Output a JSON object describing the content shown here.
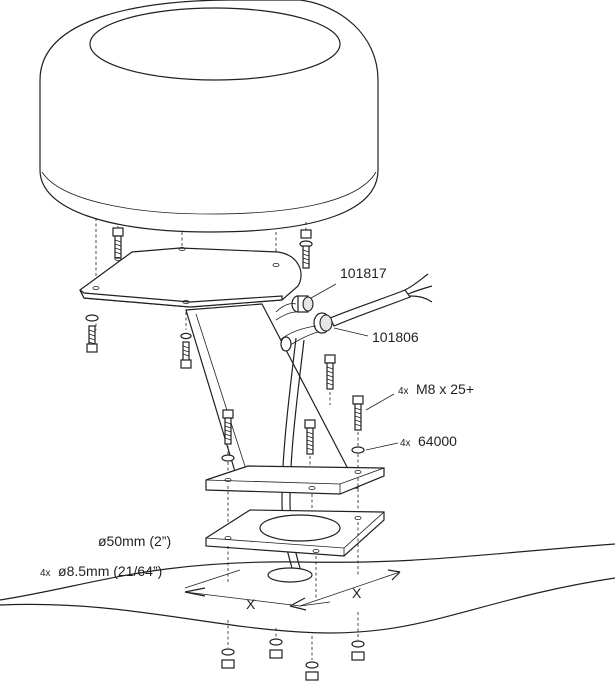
{
  "labels": {
    "part_101817": "101817",
    "part_101806": "101806",
    "bolt_qty": "4x",
    "bolt_spec": "M8 x 25+",
    "washer_qty": "4x",
    "washer_part": "64000",
    "cable_hole": "ø50mm (2”)",
    "mount_hole_qty": "4x",
    "mount_hole_size": "ø8.5mm (21/64”)",
    "dim_x_left": "X",
    "dim_x_right": "X"
  }
}
